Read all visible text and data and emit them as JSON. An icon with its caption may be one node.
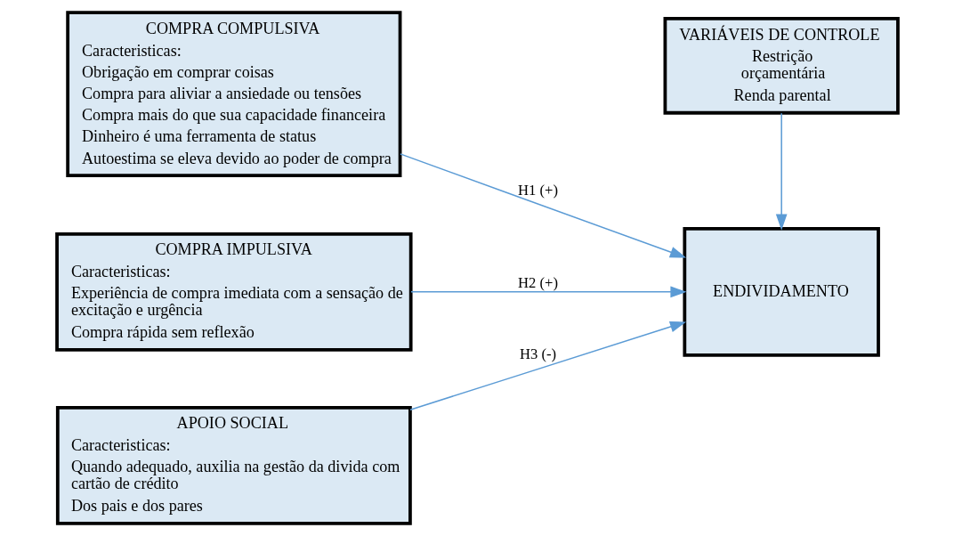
{
  "diagram": {
    "nodes": [
      {
        "text": [
          "COMPRA COMPULSIVA",
          "Caracteristicas:",
          "Obrigação em comprar coisas",
          "Compra para aliviar a ansiedade ou tensões",
          "Compra mais do que sua capacidade financeira",
          "Dinheiro é uma ferramenta de status",
          "Autoestima se eleva devido ao poder de compra"
        ]
      },
      {
        "text": [
          "COMPRA IMPULSIVA",
          "Caracteristicas:",
          "Experiência de compra imediata com a sensação de excitação e urgência",
          "Compra rápida sem reflexão"
        ]
      },
      {
        "text": [
          "APOIO SOCIAL",
          "Caracteristicas:",
          "Quando adequado, auxilia na gestão da divida com cartão de crédito",
          "Dos pais e dos pares"
        ]
      },
      {
        "text": [
          "ENDIVIDAMENTO"
        ]
      },
      {
        "text": [
          "VARIÁVEIS DE CONTROLE",
          "Restrição orçamentária",
          "Renda parental"
        ]
      }
    ],
    "edges": [
      {
        "from": 0,
        "to": 3,
        "arrow": "to",
        "label": "H1 (+)"
      },
      {
        "from": 1,
        "to": 3,
        "arrow": "to",
        "label": "H2 (+)"
      },
      {
        "from": 2,
        "to": 3,
        "arrow": "to",
        "label": "H3 (-)"
      },
      {
        "from": 4,
        "to": 3,
        "arrow": "to"
      }
    ]
  }
}
